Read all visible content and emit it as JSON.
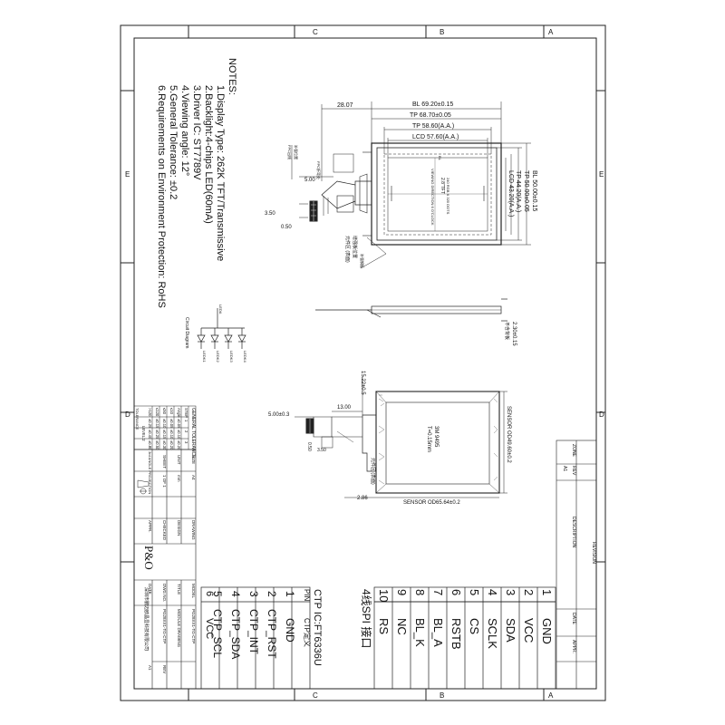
{
  "border": {
    "col_labels": [
      "C",
      "B",
      "A"
    ],
    "row_labels": [
      "E",
      "D"
    ]
  },
  "notes": {
    "heading": "NOTES:",
    "lines": [
      "1.Display Type: 262K TFT/Transmissive",
      "2.Backlight:4-chips LED(60mA)",
      "3.Driver IC: ST7789V",
      "4.Viewing angle:  12°",
      "5.General Tolerance: ±0.2",
      "6.Requirements on Environment Protection: RoHS"
    ]
  },
  "circuit": {
    "title": "Circuit Diagram",
    "top_label": "LEDA",
    "leds": [
      "LEDK1",
      "LEDK2",
      "LEDK3",
      "LEDK4"
    ]
  },
  "dims": {
    "bl_w": "BL 69.20±0.15",
    "tp_w": "TP 68.70±0.05",
    "tp_aa": "TP 58.60(A.A.)",
    "lcd_aa": "LCD 57.60(A.A.)",
    "off_2807": "28.07",
    "bl_h": "BL 50.00±0.15",
    "tp_h": "TP 50.00±0.05",
    "tp_aa_h": "TP 44.20(A.A.)",
    "lcd_aa_h": "LCD 43.20(A.A.)",
    "d500": "5.00",
    "d300": "3.50",
    "d050": "0.50",
    "thick": "2.30±0.15",
    "sensor_w": "SENSOR OD65.64±0.2",
    "sensor_h": "SENSOR OD49.60±0.2",
    "d1522": "15.22±0.5",
    "d1300": "13.00",
    "d500b": "5.00±0.3",
    "d286": "2.86",
    "d050b": "0.50",
    "d350b": "3.50"
  },
  "inner": {
    "center": "2.8\"TFT",
    "sub": "240 RGB X 320 DOTS",
    "viewing": "VIEWING DIRECTION 6 O'CLOCK",
    "bl_note": "BL",
    "ct_note": "3M 9495",
    "ct_sub": "T=0.15mm",
    "fpc1": "元件区 (表面)",
    "fpc2": "增强板位置",
    "tape": "补强钢板",
    "shield": "不含背板",
    "tag": "FPC折弯处",
    "small1": "FPC出线",
    "small2": "补强位置"
  },
  "tolerance": {
    "title": "GENERAL TOLERANCE",
    "label": "TOLERANCE",
    "header": [
      "STEP",
      "1",
      "2",
      "3"
    ],
    "rows": [
      [
        "Angle",
        "±0.05",
        "±0.10",
        "±0.20"
      ],
      [
        "≤10",
        "±0.05",
        "±0.10",
        "±0.20"
      ],
      [
        "≤50",
        "±0.10",
        "±0.15",
        "±0.30"
      ],
      [
        "≤120",
        "±0.15",
        "±0.25",
        "±0.50"
      ],
      [
        ">120",
        "±0.25",
        "±0.40",
        "±0.80"
      ]
    ],
    "level": "LEVEL:2"
  },
  "title_block": {
    "size": "SIZE",
    "size_val": "A4",
    "unit": "UNIT",
    "unit_val": "mm",
    "sheet": "SHEET",
    "sheet_val": "1 OF 1",
    "projection": "3rd ANGLE PROJECTION",
    "drawing": "DRAWING",
    "design": "DESIGN",
    "checked": "CHECKED",
    "appr": "APPR.",
    "model": "MODEL",
    "model_val": "PG28XX1-TG-CTP",
    "title": "TITLE",
    "title_val": "MODULE DRAWING",
    "dwg": "DWG NO.",
    "dwg_val": "PG28XX1-TG-CTP",
    "date": "DATE",
    "rev": "REV",
    "rev_val": "A1",
    "logo": "P&O",
    "company": "深圳市鹏迈欧晶显科技有限公司"
  },
  "revision": {
    "title": "REVISION",
    "zone": "ZONE",
    "rev": "REV",
    "description": "DESCRIPTION",
    "date": "DATE",
    "appr": "APPR.",
    "rev_val": "A1"
  },
  "spi": {
    "title": "4线SPI 接口",
    "rows": [
      [
        "1",
        "GND"
      ],
      [
        "2",
        "VCC"
      ],
      [
        "3",
        "SDA"
      ],
      [
        "4",
        "SCLK"
      ],
      [
        "5",
        "CS"
      ],
      [
        "6",
        "RSTB"
      ],
      [
        "7",
        "BL_A"
      ],
      [
        "8",
        "BL_K"
      ],
      [
        "9",
        "NC"
      ],
      [
        "10",
        "RS"
      ]
    ]
  },
  "ctp": {
    "title": "CTP IC:FT6336U",
    "header": [
      "PIN",
      "CTP定义"
    ],
    "rows": [
      [
        "1",
        "GND"
      ],
      [
        "2",
        "CTP_RST"
      ],
      [
        "3",
        "CTP_INT"
      ],
      [
        "4",
        "CTP_SDA"
      ],
      [
        "5",
        "CTP_SCL"
      ],
      [
        "6",
        "VCC"
      ]
    ]
  }
}
